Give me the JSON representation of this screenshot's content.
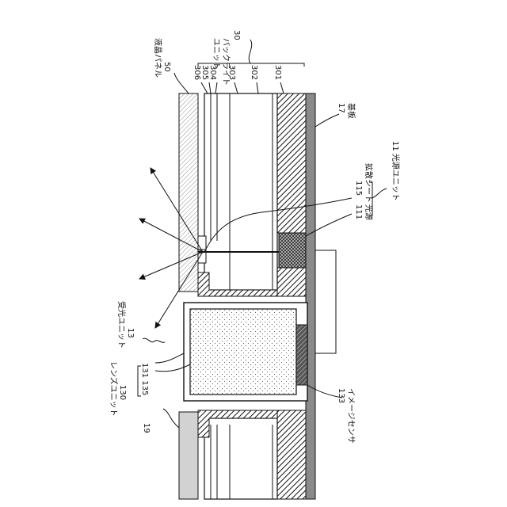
{
  "labels": {
    "backlight_unit": "バックライト\nユニット",
    "lcd_panel": "液晶パネル",
    "substrate": "基板",
    "light_source_unit": "11 光源ユニット",
    "light_source": "光源",
    "diffusion_sheet": "拡散シート",
    "light_receiving_unit": "受光ユニット",
    "lens_unit": "レンズユニット",
    "image_sensor": "イメージセンサ"
  },
  "refs": {
    "r30": "30",
    "r50": "50",
    "r306": "306",
    "r305": "305",
    "r304": "304",
    "r303": "303",
    "r302": "302",
    "r301": "301",
    "r17": "17",
    "r115": "115",
    "r111": "111",
    "r13": "13",
    "r131_135": "131 135",
    "r130": "130",
    "r19": "19",
    "r133": "133"
  },
  "colors": {
    "ink": "#111111",
    "substrate_fill": "#8a8a8a",
    "panel19_fill": "#d2d2d2",
    "sensor_fill": "#6e6e6e",
    "lcd_hatch": "#888888"
  }
}
